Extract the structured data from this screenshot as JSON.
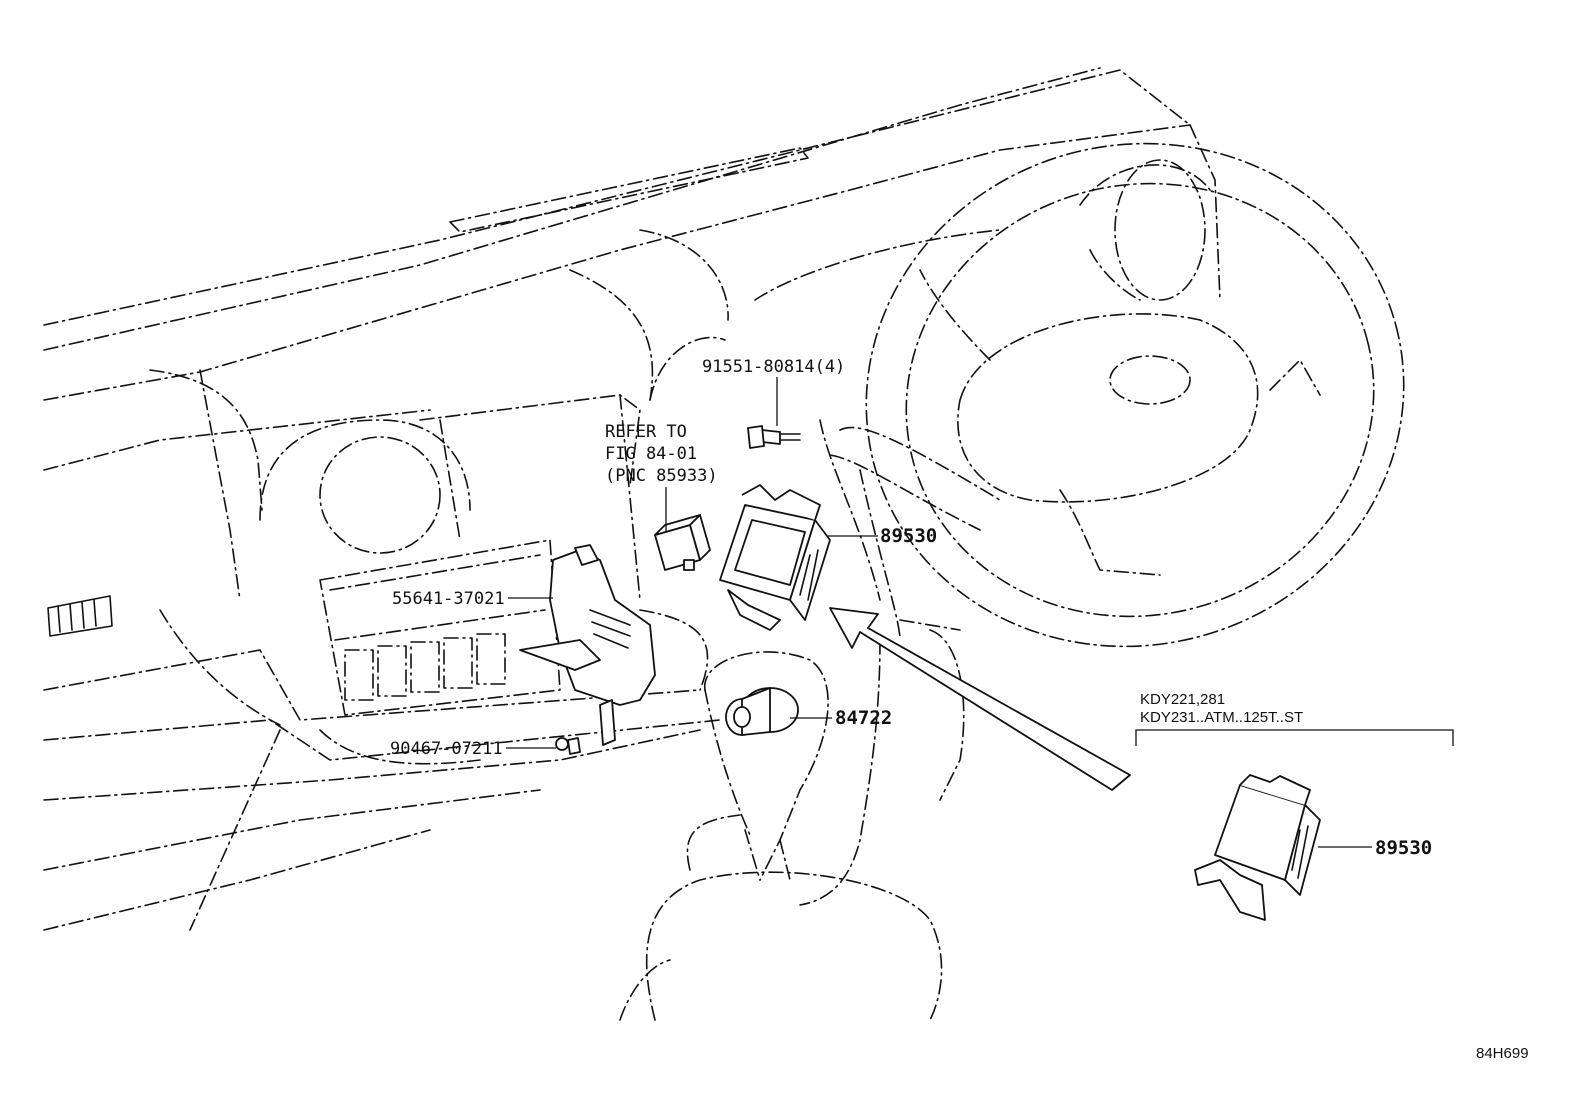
{
  "diagram": {
    "callouts": {
      "bolt_top": "91551-80814(4)",
      "refer_line1": "REFER TO",
      "refer_line2": "FIG 84-01",
      "refer_line3": "(PNC 85933)",
      "ecu_main": "89530",
      "bracket": "55641-37021",
      "switch": "84722",
      "clip": "90467-07211",
      "ecu_alt": "89530"
    },
    "variant_note": {
      "line1": "KDY221,281",
      "line2": "KDY231..ATM..125T..ST"
    },
    "figure_code": "84H699"
  }
}
